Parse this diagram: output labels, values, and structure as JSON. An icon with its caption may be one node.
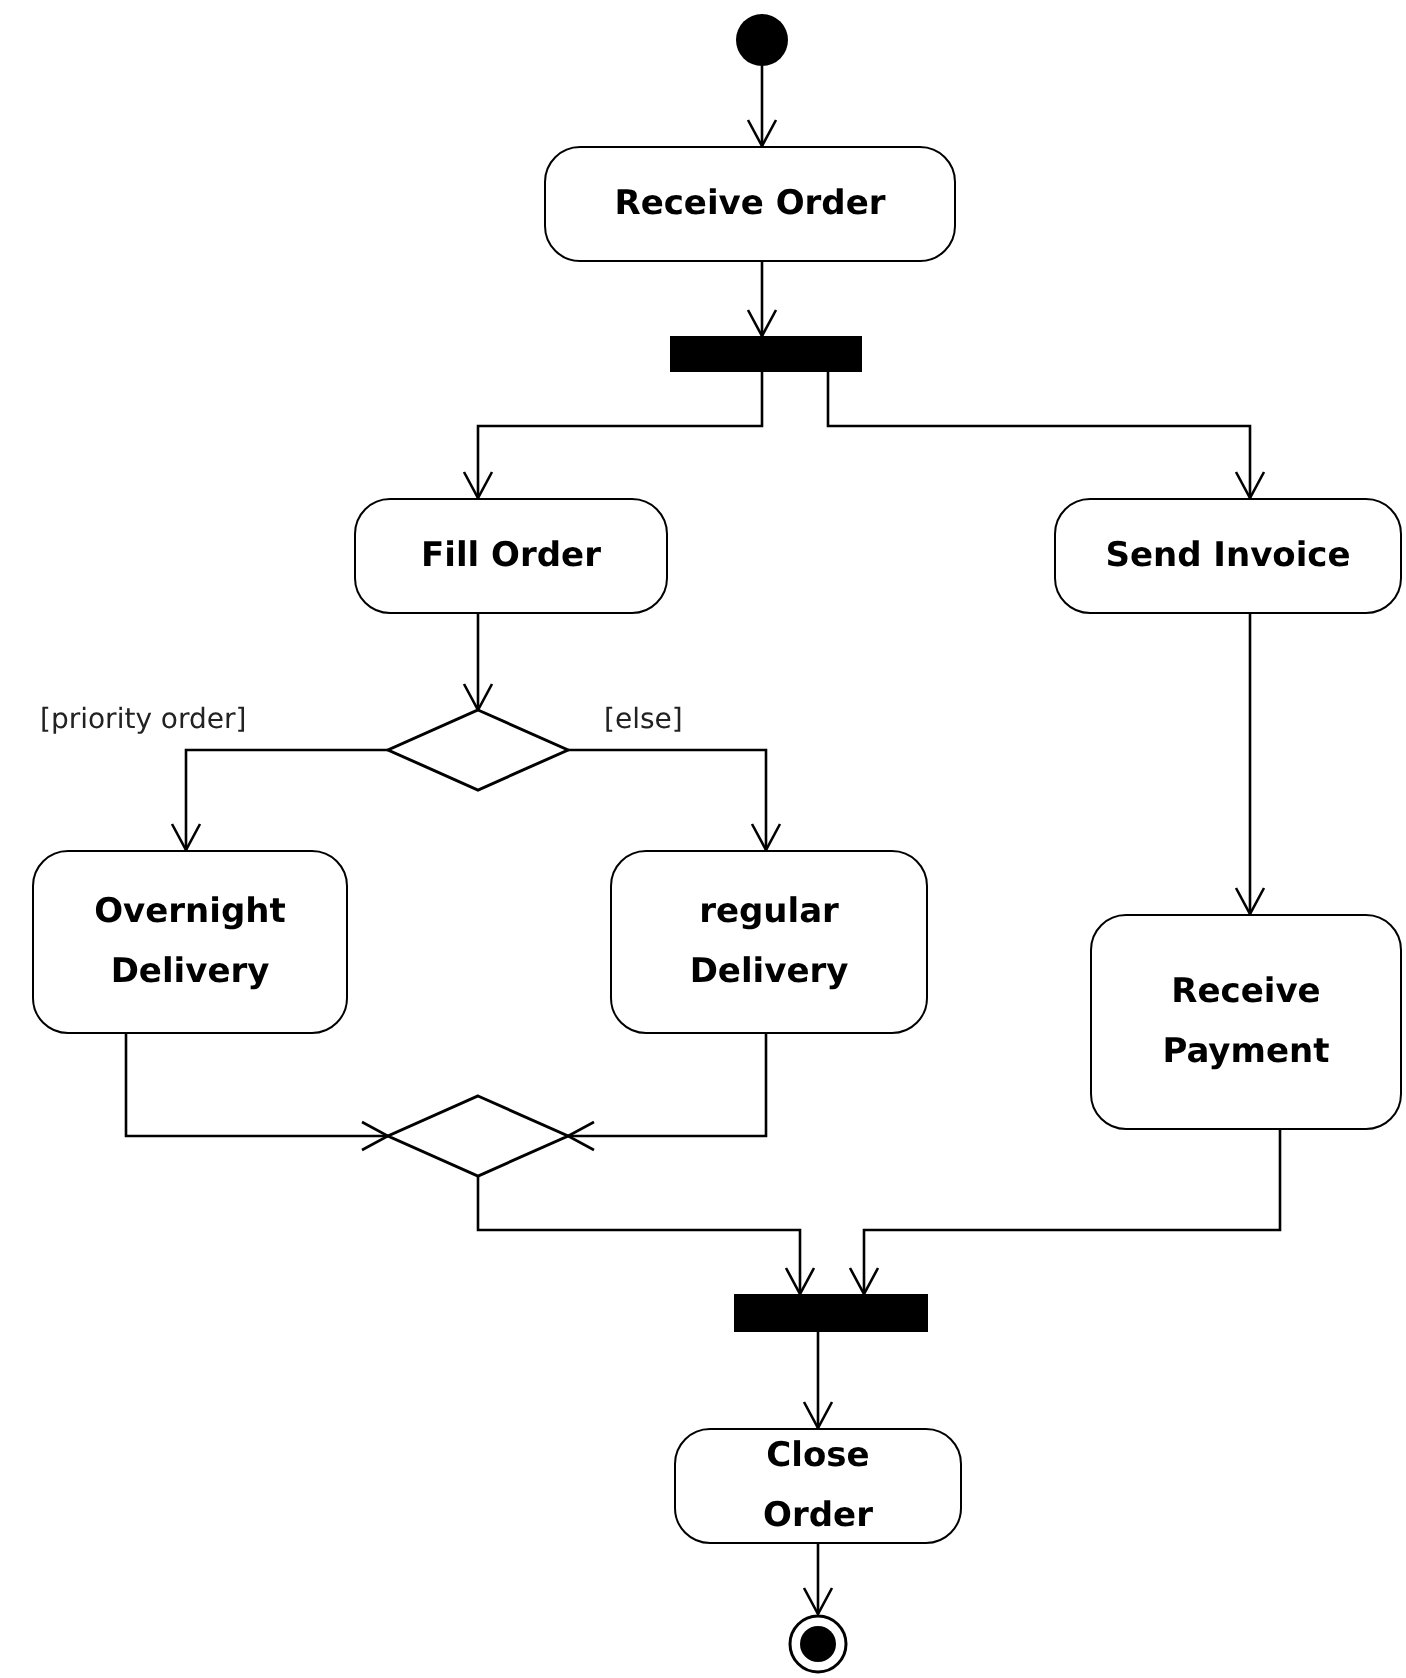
{
  "diagram": {
    "nodes": [
      {
        "text": [],
        "shape": "circle"
      },
      {
        "text": [
          "Receive Order"
        ]
      },
      {
        "text": [],
        "shape": "bar"
      },
      {
        "text": [
          "Fill Order"
        ]
      },
      {
        "text": [
          "Send Invoice"
        ]
      },
      {
        "text": [],
        "shape": "diamond"
      },
      {
        "text": [
          "Overnight Delivery"
        ]
      },
      {
        "text": [
          "regular Delivery"
        ]
      },
      {
        "text": [],
        "shape": "diamond"
      },
      {
        "text": [
          "Receive Payment"
        ]
      },
      {
        "text": [],
        "shape": "bar"
      },
      {
        "text": [
          "Close Order"
        ]
      },
      {
        "text": [],
        "shape": "circle"
      }
    ],
    "edges": [
      {
        "from": 0,
        "to": 1,
        "arrow": "to"
      },
      {
        "from": 1,
        "to": 2,
        "arrow": "to"
      },
      {
        "from": 2,
        "to": 3,
        "arrow": "to"
      },
      {
        "from": 2,
        "to": 4,
        "arrow": "to"
      },
      {
        "from": 3,
        "to": 5,
        "arrow": "to"
      },
      {
        "from": 5,
        "to": 6,
        "arrow": "to",
        "label": "[priority order]"
      },
      {
        "from": 5,
        "to": 7,
        "arrow": "to",
        "label": "[else]"
      },
      {
        "from": 4,
        "to": 9,
        "arrow": "to"
      },
      {
        "from": 6,
        "to": 8,
        "arrow": "to"
      },
      {
        "from": 7,
        "to": 8,
        "arrow": "to"
      },
      {
        "from": 8,
        "to": 10,
        "arrow": "to"
      },
      {
        "from": 9,
        "to": 10,
        "arrow": "to"
      },
      {
        "from": 10,
        "to": 11,
        "arrow": "to"
      },
      {
        "from": 11,
        "to": 12,
        "arrow": "to"
      }
    ]
  }
}
